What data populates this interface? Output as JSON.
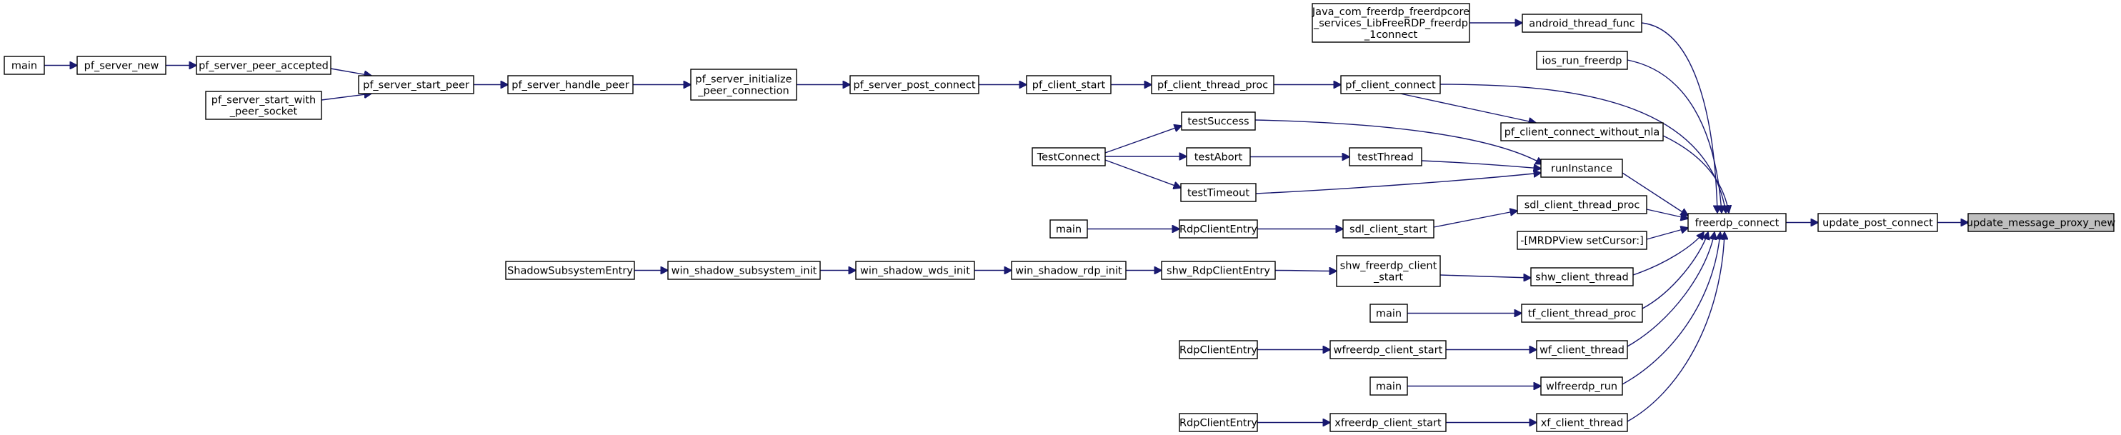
{
  "graph": {
    "colors": {
      "edge": "#191970",
      "node_fill": "#ffffff",
      "focus_fill": "#bfbfbf",
      "border": "#000000"
    },
    "nodes": [
      {
        "id": "update_message_proxy_new",
        "lines": [
          "update_message_proxy_new"
        ],
        "focus": true
      },
      {
        "id": "update_post_connect",
        "lines": [
          "update_post_connect"
        ]
      },
      {
        "id": "freerdp_connect",
        "lines": [
          "freerdp_connect"
        ]
      },
      {
        "id": "android_thread_func",
        "lines": [
          "android_thread_func"
        ]
      },
      {
        "id": "java_connect",
        "lines": [
          "Java_com_freerdp_freerdpcore",
          "_services_LibFreeRDP_freerdp",
          "_1connect"
        ]
      },
      {
        "id": "ios_run_freerdp",
        "lines": [
          "ios_run_freerdp"
        ]
      },
      {
        "id": "pf_client_connect",
        "lines": [
          "pf_client_connect"
        ]
      },
      {
        "id": "pf_client_connect_without_nla",
        "lines": [
          "pf_client_connect_without_nla"
        ]
      },
      {
        "id": "pf_client_thread_proc",
        "lines": [
          "pf_client_thread_proc"
        ]
      },
      {
        "id": "pf_client_start",
        "lines": [
          "pf_client_start"
        ]
      },
      {
        "id": "pf_server_post_connect",
        "lines": [
          "pf_server_post_connect"
        ]
      },
      {
        "id": "pf_server_initialize_peer_connection",
        "lines": [
          "pf_server_initialize",
          "_peer_connection"
        ]
      },
      {
        "id": "pf_server_handle_peer",
        "lines": [
          "pf_server_handle_peer"
        ]
      },
      {
        "id": "pf_server_start_peer",
        "lines": [
          "pf_server_start_peer"
        ]
      },
      {
        "id": "pf_server_peer_accepted",
        "lines": [
          "pf_server_peer_accepted"
        ]
      },
      {
        "id": "pf_server_start_with_peer_socket",
        "lines": [
          "pf_server_start_with",
          "_peer_socket"
        ]
      },
      {
        "id": "pf_server_new",
        "lines": [
          "pf_server_new"
        ]
      },
      {
        "id": "main_pf",
        "lines": [
          "main"
        ]
      },
      {
        "id": "runInstance",
        "lines": [
          "runInstance"
        ]
      },
      {
        "id": "testSuccess",
        "lines": [
          "testSuccess"
        ]
      },
      {
        "id": "testAbort",
        "lines": [
          "testAbort"
        ]
      },
      {
        "id": "testThread",
        "lines": [
          "testThread"
        ]
      },
      {
        "id": "testTimeout",
        "lines": [
          "testTimeout"
        ]
      },
      {
        "id": "TestConnect",
        "lines": [
          "TestConnect"
        ]
      },
      {
        "id": "sdl_client_thread_proc",
        "lines": [
          "sdl_client_thread_proc"
        ]
      },
      {
        "id": "sdl_client_start",
        "lines": [
          "sdl_client_start"
        ]
      },
      {
        "id": "RdpClientEntry_sdl",
        "lines": [
          "RdpClientEntry"
        ]
      },
      {
        "id": "main_sdl",
        "lines": [
          "main"
        ]
      },
      {
        "id": "mrdpview_setcursor",
        "lines": [
          "-[MRDPView setCursor:]"
        ]
      },
      {
        "id": "shw_client_thread",
        "lines": [
          "shw_client_thread"
        ]
      },
      {
        "id": "shw_freerdp_client_start",
        "lines": [
          "shw_freerdp_client",
          "_start"
        ]
      },
      {
        "id": "shw_RdpClientEntry",
        "lines": [
          "shw_RdpClientEntry"
        ]
      },
      {
        "id": "win_shadow_rdp_init",
        "lines": [
          "win_shadow_rdp_init"
        ]
      },
      {
        "id": "win_shadow_wds_init",
        "lines": [
          "win_shadow_wds_init"
        ]
      },
      {
        "id": "win_shadow_subsystem_init",
        "lines": [
          "win_shadow_subsystem_init"
        ]
      },
      {
        "id": "ShadowSubsystemEntry",
        "lines": [
          "ShadowSubsystemEntry"
        ]
      },
      {
        "id": "tf_client_thread_proc",
        "lines": [
          "tf_client_thread_proc"
        ]
      },
      {
        "id": "main_tf",
        "lines": [
          "main"
        ]
      },
      {
        "id": "wf_client_thread",
        "lines": [
          "wf_client_thread"
        ]
      },
      {
        "id": "wfreerdp_client_start",
        "lines": [
          "wfreerdp_client_start"
        ]
      },
      {
        "id": "RdpClientEntry_wf",
        "lines": [
          "RdpClientEntry"
        ]
      },
      {
        "id": "wlfreerdp_run",
        "lines": [
          "wlfreerdp_run"
        ]
      },
      {
        "id": "main_wl",
        "lines": [
          "main"
        ]
      },
      {
        "id": "xf_client_thread",
        "lines": [
          "xf_client_thread"
        ]
      },
      {
        "id": "xfreerdp_client_start",
        "lines": [
          "xfreerdp_client_start"
        ]
      },
      {
        "id": "RdpClientEntry_xf",
        "lines": [
          "RdpClientEntry"
        ]
      }
    ],
    "edges": [
      [
        "update_post_connect",
        "update_message_proxy_new"
      ],
      [
        "freerdp_connect",
        "update_post_connect"
      ],
      [
        "android_thread_func",
        "freerdp_connect"
      ],
      [
        "java_connect",
        "android_thread_func"
      ],
      [
        "ios_run_freerdp",
        "freerdp_connect"
      ],
      [
        "pf_client_connect",
        "freerdp_connect"
      ],
      [
        "pf_client_connect",
        "pf_client_connect_without_nla"
      ],
      [
        "pf_client_thread_proc",
        "pf_client_connect"
      ],
      [
        "pf_client_start",
        "pf_client_thread_proc"
      ],
      [
        "pf_server_post_connect",
        "pf_client_start"
      ],
      [
        "pf_server_initialize_peer_connection",
        "pf_server_post_connect"
      ],
      [
        "pf_server_handle_peer",
        "pf_server_initialize_peer_connection"
      ],
      [
        "pf_server_start_peer",
        "pf_server_handle_peer"
      ],
      [
        "pf_server_peer_accepted",
        "pf_server_start_peer"
      ],
      [
        "pf_server_start_with_peer_socket",
        "pf_server_start_peer"
      ],
      [
        "pf_server_new",
        "pf_server_peer_accepted"
      ],
      [
        "main_pf",
        "pf_server_new"
      ],
      [
        "pf_client_connect_without_nla",
        "freerdp_connect"
      ],
      [
        "runInstance",
        "freerdp_connect"
      ],
      [
        "testSuccess",
        "runInstance"
      ],
      [
        "testThread",
        "runInstance"
      ],
      [
        "testTimeout",
        "runInstance"
      ],
      [
        "testAbort",
        "testThread"
      ],
      [
        "TestConnect",
        "testSuccess"
      ],
      [
        "TestConnect",
        "testAbort"
      ],
      [
        "TestConnect",
        "testTimeout"
      ],
      [
        "sdl_client_thread_proc",
        "freerdp_connect"
      ],
      [
        "sdl_client_start",
        "sdl_client_thread_proc"
      ],
      [
        "RdpClientEntry_sdl",
        "sdl_client_start"
      ],
      [
        "main_sdl",
        "RdpClientEntry_sdl"
      ],
      [
        "mrdpview_setcursor",
        "freerdp_connect"
      ],
      [
        "shw_client_thread",
        "freerdp_connect"
      ],
      [
        "shw_freerdp_client_start",
        "shw_client_thread"
      ],
      [
        "shw_RdpClientEntry",
        "shw_freerdp_client_start"
      ],
      [
        "win_shadow_rdp_init",
        "shw_RdpClientEntry"
      ],
      [
        "win_shadow_wds_init",
        "win_shadow_rdp_init"
      ],
      [
        "win_shadow_subsystem_init",
        "win_shadow_wds_init"
      ],
      [
        "ShadowSubsystemEntry",
        "win_shadow_subsystem_init"
      ],
      [
        "tf_client_thread_proc",
        "freerdp_connect"
      ],
      [
        "main_tf",
        "tf_client_thread_proc"
      ],
      [
        "wf_client_thread",
        "freerdp_connect"
      ],
      [
        "wfreerdp_client_start",
        "wf_client_thread"
      ],
      [
        "RdpClientEntry_wf",
        "wfreerdp_client_start"
      ],
      [
        "wlfreerdp_run",
        "freerdp_connect"
      ],
      [
        "main_wl",
        "wlfreerdp_run"
      ],
      [
        "xf_client_thread",
        "freerdp_connect"
      ],
      [
        "xfreerdp_client_start",
        "xf_client_thread"
      ],
      [
        "RdpClientEntry_xf",
        "xfreerdp_client_start"
      ]
    ]
  }
}
